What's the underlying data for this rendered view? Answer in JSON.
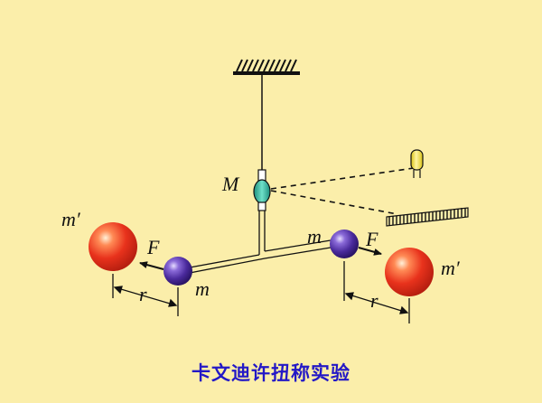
{
  "labels": {
    "mirror_mass": "M",
    "large_mass_left": "m′",
    "large_mass_right": "m′",
    "small_mass_left": "m",
    "small_mass_right": "m",
    "force_left": "F",
    "force_right": "F",
    "distance_left": "r",
    "distance_right": "r"
  },
  "caption": "卡文迪许扭称实验",
  "colors": {
    "background": "#fbeeaa",
    "large_sphere": "#e8321c",
    "small_sphere": "#4a2a9c",
    "mirror": "#3cc0a8",
    "lamp": "#f2e24a",
    "caption": "#2318c6"
  },
  "icons": {
    "ceiling": "hatched-ceiling-icon",
    "lamp": "light-bulb-icon",
    "scale": "graduated-scale-icon"
  }
}
